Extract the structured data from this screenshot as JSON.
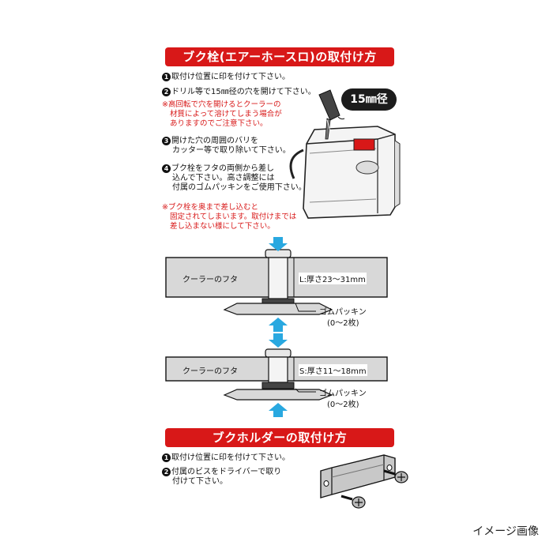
{
  "section1": {
    "title": "ブク栓(エアーホースロ)の取付け方",
    "steps": [
      {
        "num": "1",
        "lines": [
          "取付け位置に印を付けて下さい。"
        ]
      },
      {
        "num": "2",
        "lines": [
          "ドリル等で15㎜径の穴を開けて下さい。"
        ]
      },
      {
        "num": "3",
        "lines": [
          "開けた穴の周囲のバリを",
          "カッター等で取り除いて下さい。"
        ]
      },
      {
        "num": "4",
        "lines": [
          "ブク栓をフタの両側から差し",
          "込んで下さい。高さ調整には",
          "付属のゴムパッキンをご使用下さい。"
        ]
      }
    ],
    "warning1": [
      "※高回転で穴を開けるとクーラーの",
      "材質によって溶けてしまう場合が",
      "ありますのでご注意下さい。"
    ],
    "warning2": [
      "※ブク栓を奥まで差し込むと",
      "固定されてしまいます。取付けまでは",
      "差し込まない様にして下さい。"
    ],
    "drill_badge": "15㎜径"
  },
  "diagram_large": {
    "board_label": "クーラーのフタ",
    "dimension": "L:厚さ23～31mm",
    "gasket_label": "ゴムパッキン",
    "gasket_count": "(0～2枚)"
  },
  "diagram_small": {
    "board_label": "クーラーのフタ",
    "dimension": "S:厚さ11～18mm",
    "gasket_label": "ゴムパッキン",
    "gasket_count": "(0～2枚)"
  },
  "section2": {
    "title": "ブクホルダーの取付け方",
    "steps": [
      {
        "num": "1",
        "lines": [
          "取付け位置に印を付けて下さい。"
        ]
      },
      {
        "num": "2",
        "lines": [
          "付属のビスをドライバーで取り",
          "付けて下さい。"
        ]
      }
    ]
  },
  "caption": "イメージ画像",
  "colors": {
    "accent": "#d81818",
    "arrow": "#29a8e0",
    "board": "#d8d8d8"
  }
}
